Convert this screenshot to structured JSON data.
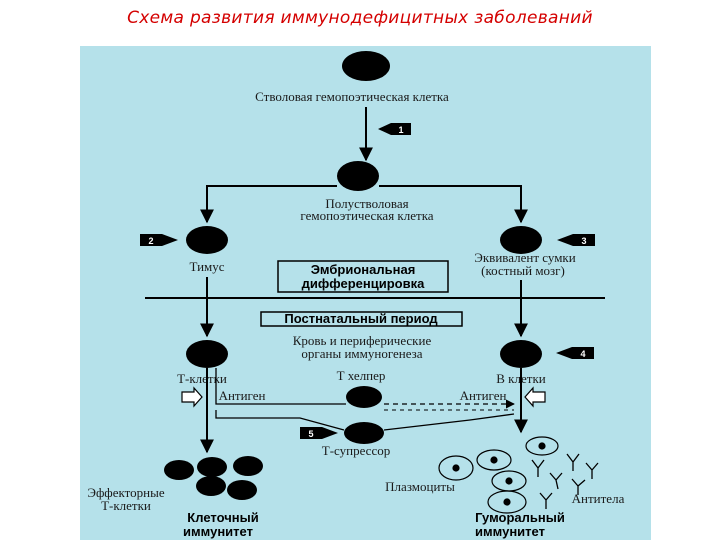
{
  "title": "Схема развития иммунодефицитных заболеваний",
  "colors": {
    "panel": "#b5e1ea",
    "cell": "#000000",
    "text_title": "#d40000"
  },
  "labels": {
    "stem_cell": "Стволовая гемопоэтическая клетка",
    "semi_stem_1": "Полустволовая",
    "semi_stem_2": "гемопоэтическая клетка",
    "thymus": "Тимус",
    "bursa_1": "Эквивалент сумки",
    "bursa_2": "(костный мозг)",
    "embryonic_1": "Эмбриональная",
    "embryonic_2": "дифференцировка",
    "postnatal": "Постнатальный период",
    "blood_1": "Кровь и периферические",
    "blood_2": "органы иммуногенеза",
    "t_cells": "Т-клетки",
    "t_helper": "Т хелпер",
    "b_cells": "В клетки",
    "antigen_left": "Антиген",
    "antigen_right": "Антиген",
    "t_suppressor": "Т-супрессор",
    "effector_1": "Эффекторные",
    "effector_2": "Т-клетки",
    "plasmocytes": "Плазмоциты",
    "antibodies": "Антитела",
    "cellular_1": "Клеточный",
    "cellular_2": "иммунитет",
    "humoral_1": "Гуморальный",
    "humoral_2": "иммунитет"
  },
  "badges": [
    "1",
    "2",
    "3",
    "4",
    "5"
  ]
}
